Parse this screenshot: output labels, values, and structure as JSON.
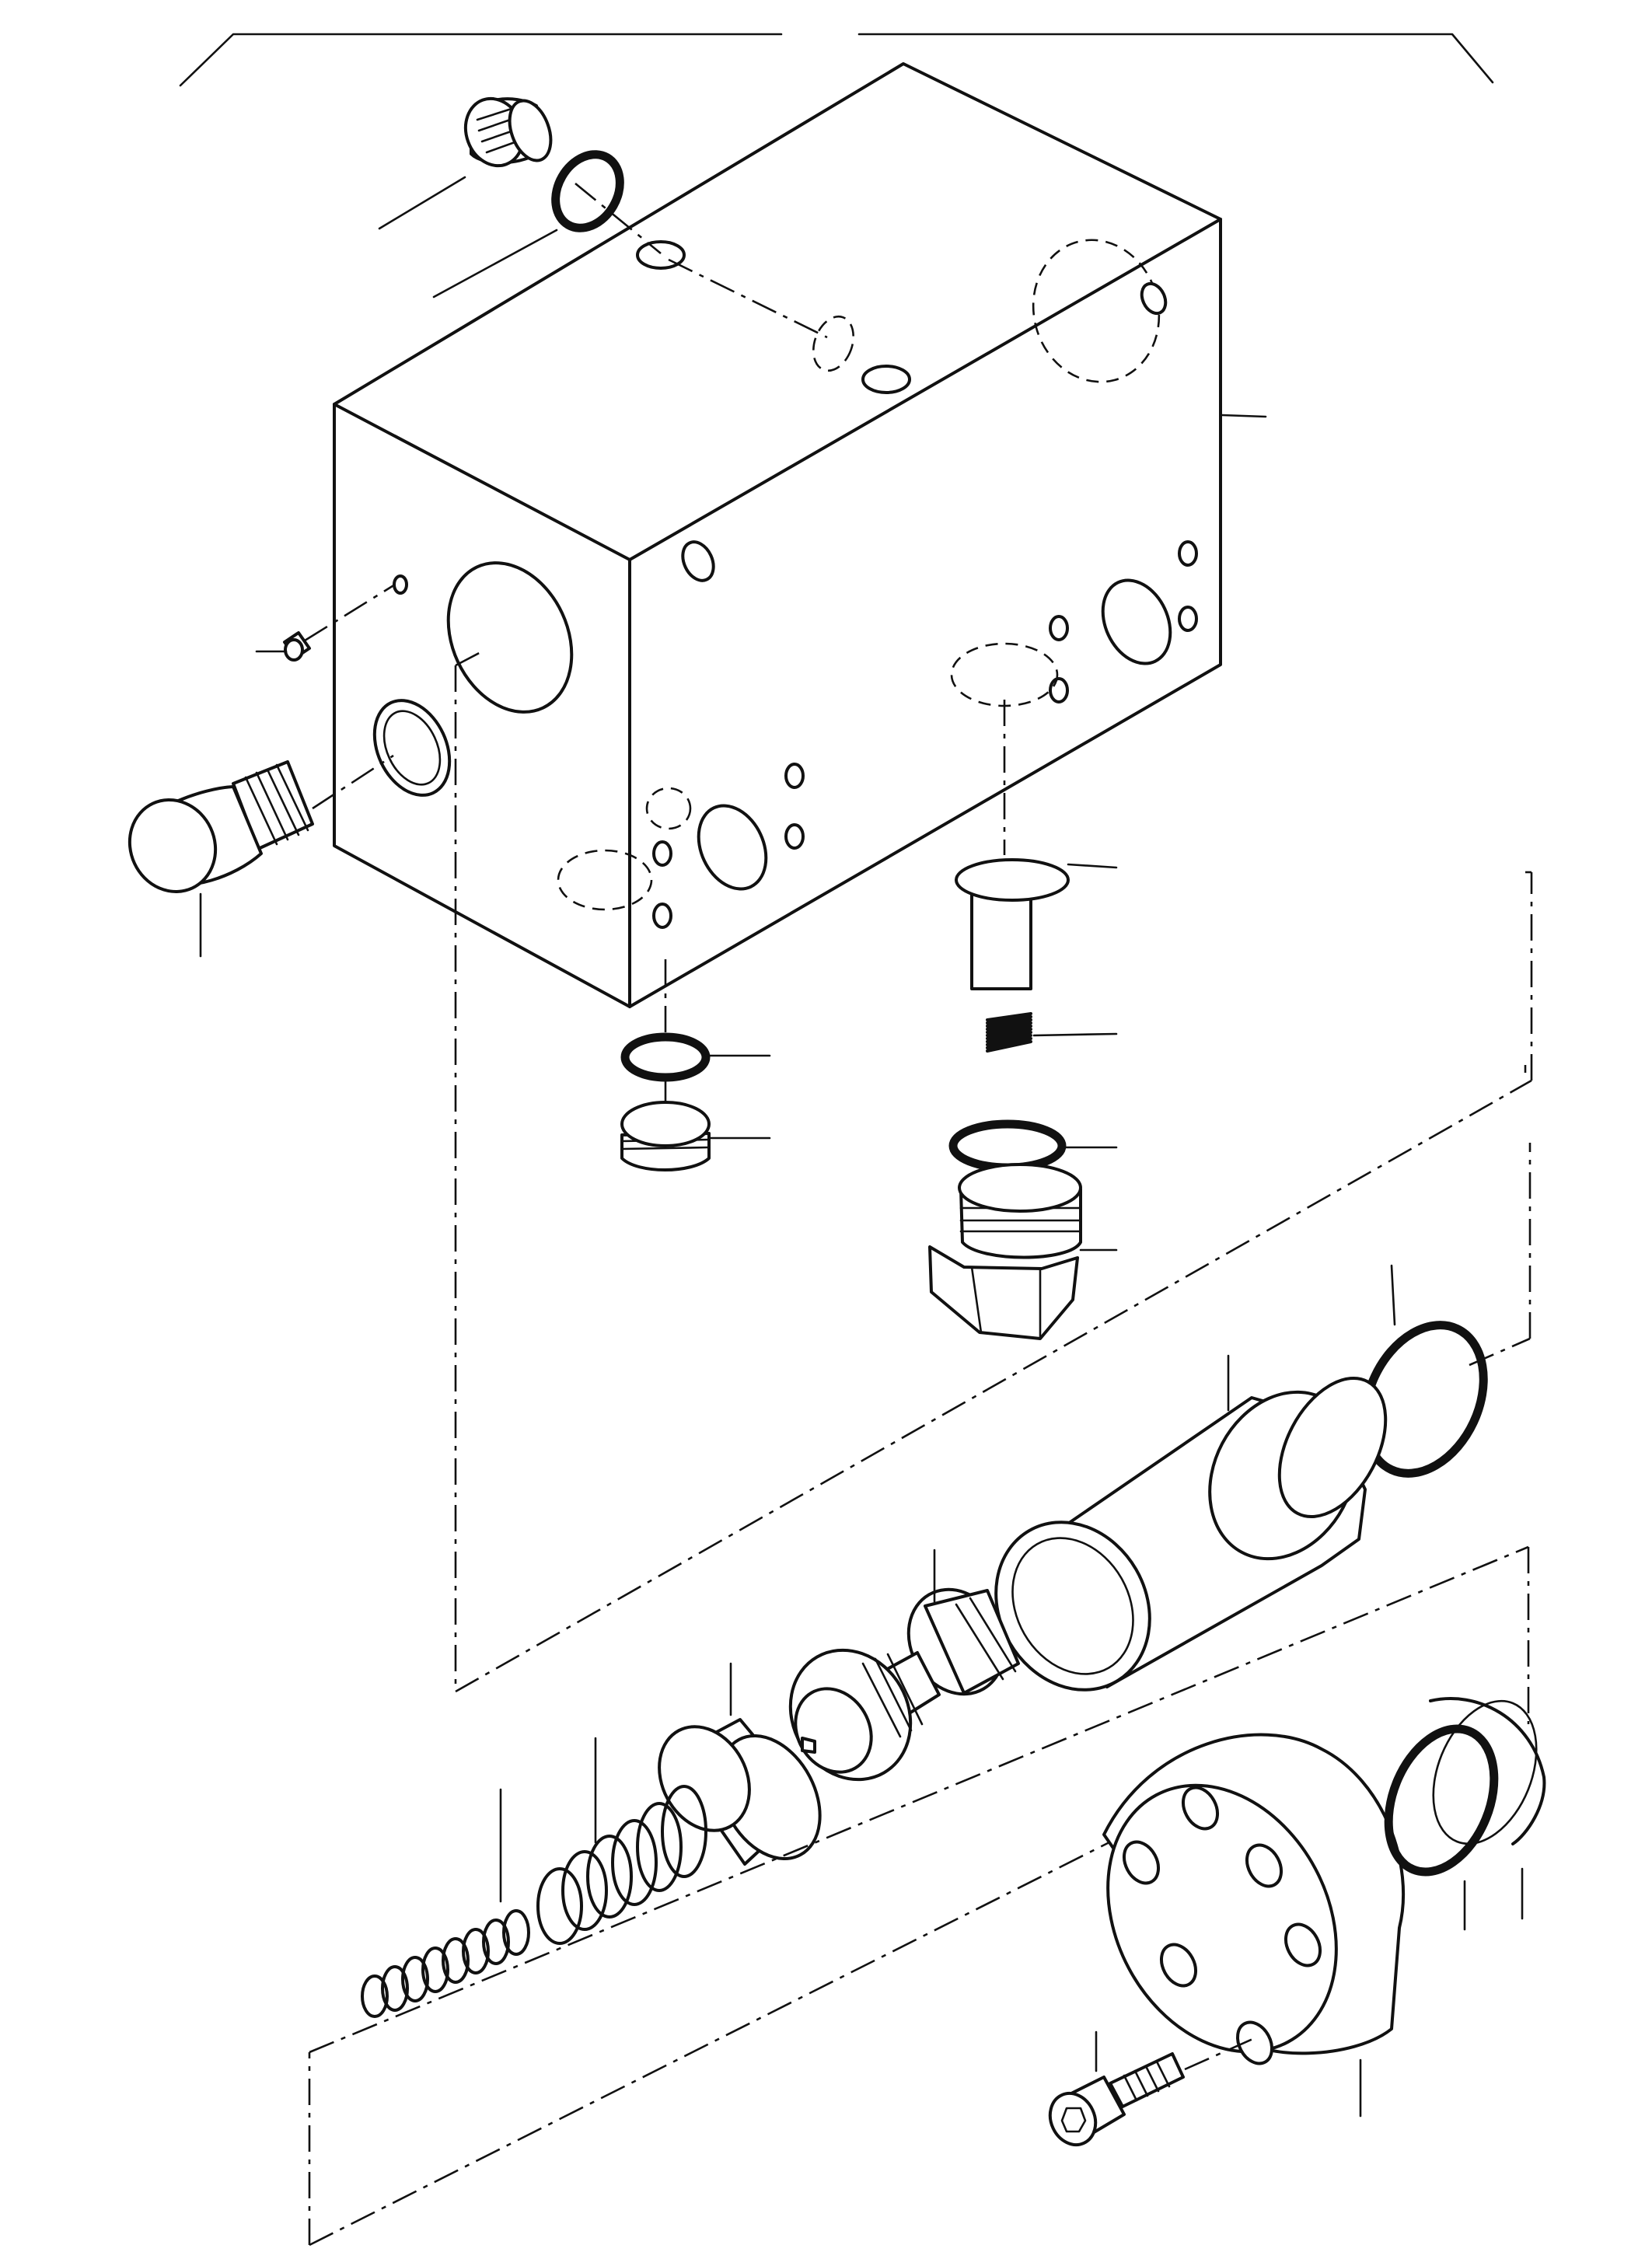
{
  "diagram": {
    "kind": "exploded-parts-view",
    "parts": [
      "valve-body",
      "plug-top",
      "o-ring-top",
      "screw-small",
      "plug-hex-left",
      "o-ring-bottom",
      "plug-bottom",
      "check-poppet",
      "check-spring",
      "o-ring-check",
      "check-plug-hex",
      "o-ring-sleeve",
      "sleeve",
      "spool-piston",
      "spring-seat",
      "outer-spring",
      "inner-spring",
      "end-cap",
      "backup-ring",
      "o-ring-cap",
      "cap-screw"
    ]
  }
}
